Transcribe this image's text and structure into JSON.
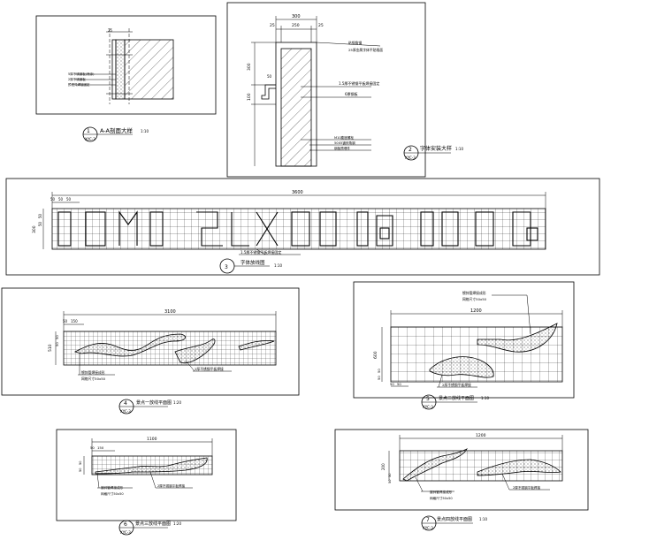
{
  "detail1": {
    "title": "A-A剖面大样",
    "num": "1",
    "ref": "XYC-3",
    "scale": "1:10",
    "dim_top": "25",
    "notes": [
      "5厚不锈钢板(喷涂)",
      "2厚不锈钢板",
      "预埋件焊接固定"
    ]
  },
  "detail2": {
    "title": "字体安装大样",
    "num": "2",
    "ref": "XYC-3",
    "scale": "1:10",
    "dim_top": "300",
    "dim_sub": [
      "25",
      "250",
      "25"
    ],
    "dim_side": [
      "300",
      "100"
    ],
    "dim_small": "50",
    "notes_top": [
      "粘钢角钢",
      "25厚金属字体平贴墙面"
    ],
    "notes_mid": [
      "1.5厚不锈钢平板焊接固定",
      "6厚钢板"
    ],
    "notes_bot": [
      "M10膨胀螺栓",
      "50X5镀锌角钢",
      "钢板预埋件"
    ]
  },
  "detail3": {
    "title": "字体放线图",
    "num": "3",
    "scale": "1:10",
    "dim_top": "3600",
    "dim_sub": [
      "50",
      "50",
      "50"
    ],
    "dim_side": "300",
    "dim_side_sub": [
      "50",
      "50"
    ],
    "note": "1.5厚不锈钢平板焊接固定"
  },
  "detail4": {
    "title": "景点一放线平面图",
    "num": "4",
    "ref": "XYC-3",
    "scale": "1:20",
    "dim_top": "3100",
    "dim_sub": [
      "50",
      "150"
    ],
    "dim_side": "510",
    "dim_side_sub": [
      "50",
      "50"
    ],
    "note_left": [
      "镀锌管焊接成形",
      "网格尺寸50x50"
    ],
    "note_right": "2厚不锈钢平板焊接"
  },
  "detail5": {
    "title": "景点二放线平面图",
    "num": "5",
    "ref": "XYC-3",
    "scale": "1:10",
    "dim_top": "1200",
    "dim_sub": [
      "50",
      "50"
    ],
    "dim_side": "600",
    "dim_side_sub": [
      "50",
      "50"
    ],
    "note_top": [
      "镀锌管焊接成形",
      "网格尺寸50x50"
    ],
    "note_bot": "2厚不锈钢平板焊接"
  },
  "detail6": {
    "title": "景点三放线平面图",
    "num": "6",
    "ref": "XYC-3",
    "scale": "1:20",
    "dim_top": "1100",
    "dim_sub": [
      "50",
      "150"
    ],
    "dim_side_sub": [
      "50",
      "50"
    ],
    "note_left": [
      "镀锌管焊接成形",
      "网格尺寸50x50"
    ],
    "note_right": "2厚不锈钢平板焊接"
  },
  "detail7": {
    "title": "景点四放线平面图",
    "num": "7",
    "ref": "XYC-3",
    "scale": "1:10",
    "dim_top": "1200",
    "dim_side": "200",
    "dim_side_sub": [
      "50",
      "50"
    ],
    "note_left": [
      "镀锌管焊接成形",
      "网格尺寸50x50"
    ],
    "note_right": "2厚不锈钢平板焊接"
  }
}
